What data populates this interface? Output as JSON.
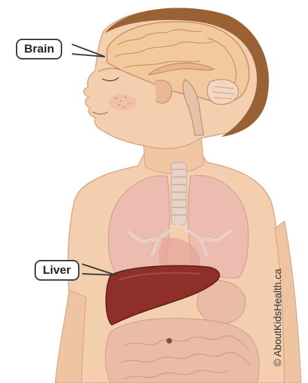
{
  "labels": {
    "brain": "Brain",
    "liver": "Liver"
  },
  "credit": "© AboutKidsHealth.ca",
  "colors": {
    "skin": "#f3cfb0",
    "skin_shadow": "#e8b994",
    "hair": "#9a6234",
    "brain": "#f1c99c",
    "liver": "#8e2f2a",
    "lungs": "#ecbbb0",
    "outline": "#3a3a3a"
  }
}
